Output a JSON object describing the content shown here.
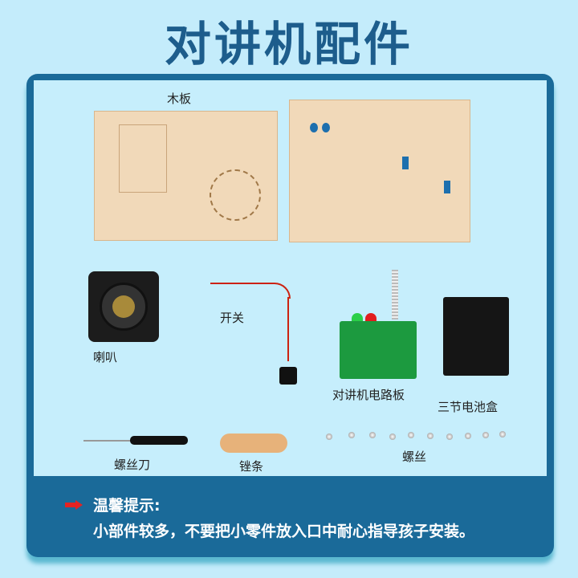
{
  "title": "对讲机配件",
  "parts": {
    "wood_board": "木板",
    "speaker": "喇叭",
    "switch": "开关",
    "circuit_board": "对讲机电路板",
    "battery_box": "三节电池盒",
    "screwdriver": "螺丝刀",
    "file_strip": "锉条",
    "screws": "螺丝"
  },
  "tips": {
    "heading": "温馨提示:",
    "text": "小部件较多，不要把小零件放入口中耐心指导孩子安装。"
  },
  "colors": {
    "title": "#1d5d8c",
    "panel": "#1a6a99",
    "background": "#c4ecfb",
    "arrow": "#e52222"
  }
}
